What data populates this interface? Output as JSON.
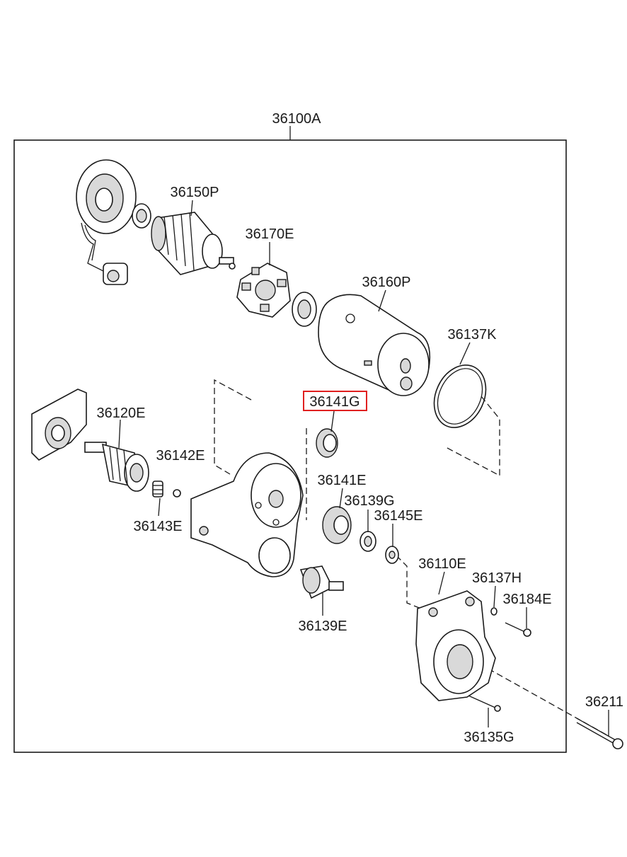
{
  "assembly": {
    "part_number": "36100A"
  },
  "highlighted_part": "36141G",
  "highlight_color": "#e02020",
  "line_color": "#1a1a1a",
  "parts": [
    {
      "id": "36150P",
      "label": "36150P",
      "depicts": "armature"
    },
    {
      "id": "36170E",
      "label": "36170E",
      "depicts": "brush-holder"
    },
    {
      "id": "36160P",
      "label": "36160P",
      "depicts": "yoke-housing"
    },
    {
      "id": "36137K",
      "label": "36137K",
      "depicts": "o-ring"
    },
    {
      "id": "36141G",
      "label": "36141G",
      "depicts": "small-gear"
    },
    {
      "id": "36120E",
      "label": "36120E",
      "depicts": "solenoid-switch"
    },
    {
      "id": "36142E",
      "label": "36142E",
      "depicts": "steel-ball"
    },
    {
      "id": "36143E",
      "label": "36143E",
      "depicts": "spring"
    },
    {
      "id": "36141E",
      "label": "36141E",
      "depicts": "idle-gear"
    },
    {
      "id": "36139G",
      "label": "36139G",
      "depicts": "roller"
    },
    {
      "id": "36145E",
      "label": "36145E",
      "depicts": "washer"
    },
    {
      "id": "36139E",
      "label": "36139E",
      "depicts": "overrunning-clutch"
    },
    {
      "id": "36110E",
      "label": "36110E",
      "depicts": "front-bracket"
    },
    {
      "id": "36137H",
      "label": "36137H",
      "depicts": "small-o-ring"
    },
    {
      "id": "36184E",
      "label": "36184E",
      "depicts": "screw"
    },
    {
      "id": "36211",
      "label": "36211",
      "depicts": "through-bolt"
    },
    {
      "id": "36135G",
      "label": "36135G",
      "depicts": "screw"
    }
  ]
}
